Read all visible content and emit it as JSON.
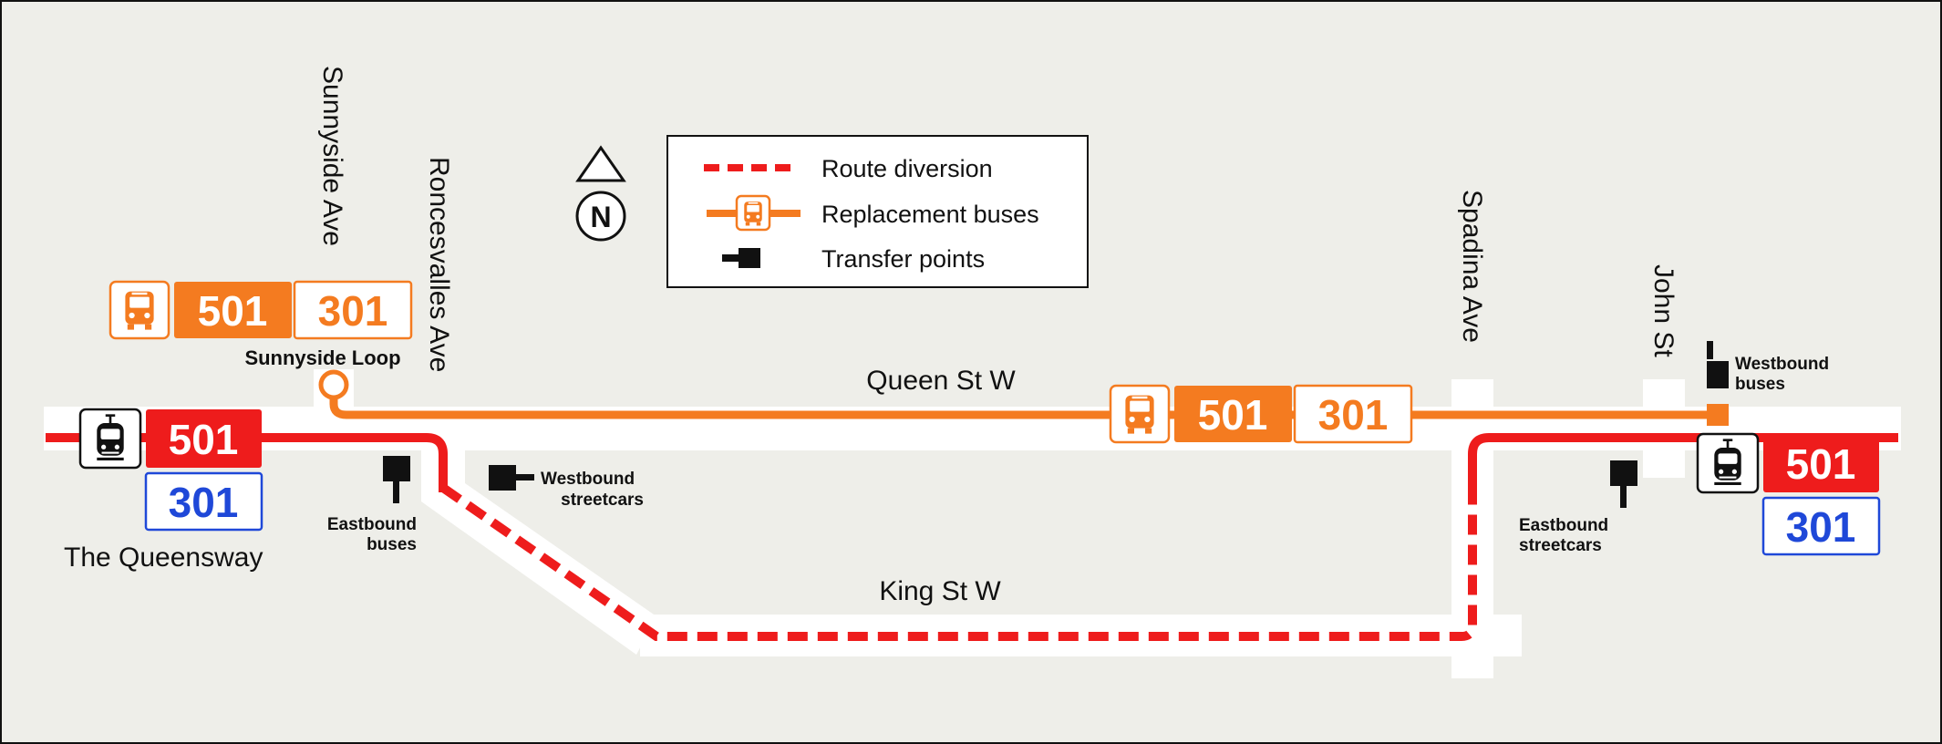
{
  "colors": {
    "background": "#eeeee9",
    "road": "#ffffff",
    "streetcar_red": "#ee1c1c",
    "replacement_orange": "#f47b20",
    "night_blue": "#1f48d8",
    "black": "#111111"
  },
  "legend": {
    "route_diversion": "Route diversion",
    "replacement_buses": "Replacement buses",
    "transfer_points": "Transfer points"
  },
  "north_arrow": {
    "label": "N"
  },
  "streets": {
    "sunnyside": "Sunnyside Ave",
    "roncesvalles": "Roncesvalles Ave",
    "spadina": "Spadina Ave",
    "john": "John St",
    "queen": "Queen St W",
    "king": "King St W",
    "queensway": "The Queensway"
  },
  "places": {
    "sunnyside_loop": "Sunnyside Loop"
  },
  "routes": {
    "regular": "501",
    "night": "301"
  },
  "transfer_labels": {
    "westbound_streetcars_1": "Westbound",
    "westbound_streetcars_2": "streetcars",
    "eastbound_buses_1": "Eastbound",
    "eastbound_buses_2": "buses",
    "westbound_buses_1": "Westbound",
    "westbound_buses_2": "buses",
    "eastbound_streetcars_1": "Eastbound",
    "eastbound_streetcars_2": "streetcars"
  },
  "icons": {
    "bus": "bus-icon",
    "streetcar": "streetcar-icon",
    "transfer": "transfer-point-icon",
    "north": "north-arrow-icon"
  }
}
